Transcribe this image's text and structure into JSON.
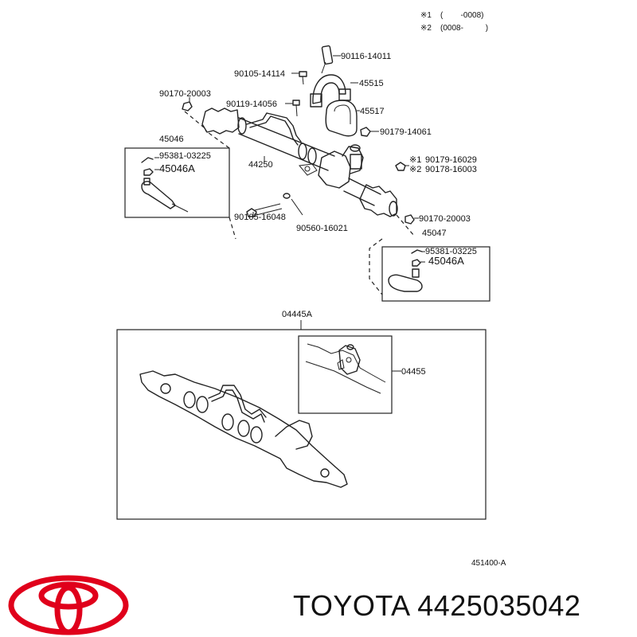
{
  "notes": [
    {
      "mark": "※1",
      "range": "(        -0008)"
    },
    {
      "mark": "※2",
      "range": "(0008-          )"
    }
  ],
  "parts": {
    "p90116_14011": "90116-14011",
    "p90105_14114": "90105-14114",
    "p45515": "45515",
    "p90170_20003_top": "90170-20003",
    "p90119_14056": "90119-14056",
    "p45517": "45517",
    "p90179_14061": "90179-14061",
    "p45046": "45046",
    "p95381_03225_left": "95381-03225",
    "p45046A_left": "45046A",
    "p44250": "44250",
    "p90179_16029": "90179-16029",
    "p90178_16003": "90178-16003",
    "p90105_16048": "90105-16048",
    "p90560_16021": "90560-16021",
    "p90170_20003_right": "90170-20003",
    "p45047": "45047",
    "p95381_03225_right": "95381-03225",
    "p45046A_right": "45046A",
    "p04445A": "04445A",
    "p04455": "04455"
  },
  "marks": {
    "m1": "※1",
    "m2": "※2"
  },
  "diagram_code": "451400-A",
  "brand": {
    "name": "TOYOTA",
    "part_number": "4425035042",
    "logo_color": "#e0001b"
  }
}
